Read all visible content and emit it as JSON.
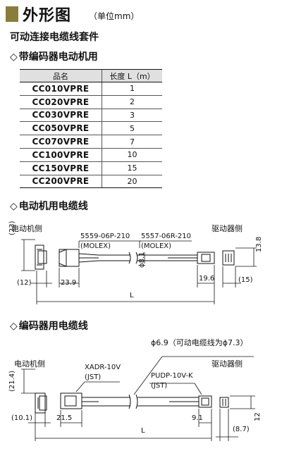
{
  "header": {
    "title": "外形图",
    "unit": "（单位mm）"
  },
  "subtitle": "可动连接电缆线套件",
  "section1": {
    "title": "带编码器电动机用"
  },
  "table": {
    "columns": [
      "品名",
      "长度 L（m）"
    ],
    "rows": [
      {
        "model": "CC010VPRE",
        "length": "1"
      },
      {
        "model": "CC020VPRE",
        "length": "2"
      },
      {
        "model": "CC030VPRE",
        "length": "3"
      },
      {
        "model": "CC050VPRE",
        "length": "5"
      },
      {
        "model": "CC070VPRE",
        "length": "7"
      },
      {
        "model": "CC100VPRE",
        "length": "10"
      },
      {
        "model": "CC150VPRE",
        "length": "15"
      },
      {
        "model": "CC200VPRE",
        "length": "20"
      }
    ]
  },
  "section2": {
    "title": "电动机用电缆线",
    "motor_side": "电动机侧",
    "driver_side": "驱动器侧",
    "conn1": "5559-06P-210",
    "conn1_maker": "(MOLEX)",
    "conn2": "5557-06R-210",
    "conn2_maker": "(MOLEX)",
    "dim_23": "(23)",
    "dim_12": "(12)",
    "dim_239": "23.9",
    "dim_phi81": "ϕ8.1",
    "dim_196": "19.6",
    "dim_15": "(15)",
    "dim_138": "13.8",
    "dim_L": "L"
  },
  "section3": {
    "title": "编码器用电缆线",
    "motor_side": "电动机侧",
    "driver_side": "驱动器侧",
    "phi_note": "ϕ6.9（可动电缆线为ϕ7.3）",
    "conn1": "XADR-10V",
    "conn1_maker": "(JST)",
    "conn2": "PUDP-10V-K",
    "conn2_maker": "(JST)",
    "dim_214": "(21.4)",
    "dim_101": "(10.1)",
    "dim_215": "21.5",
    "dim_91": "9.1",
    "dim_87": "(8.7)",
    "dim_12": "12",
    "dim_L": "L"
  }
}
